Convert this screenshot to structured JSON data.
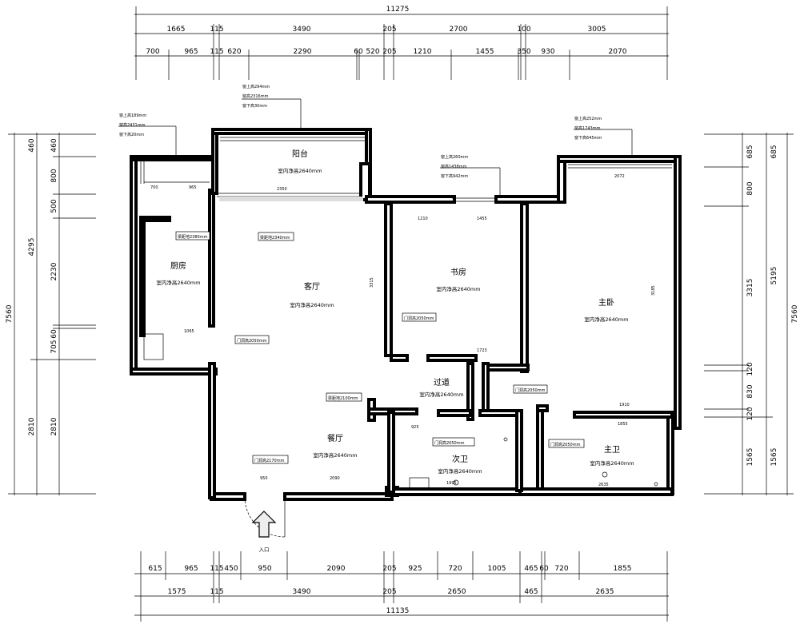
{
  "dims": {
    "top_total": "11275",
    "top_row1": [
      "1665",
      "115",
      "3490",
      "205",
      "2700",
      "100",
      "3005"
    ],
    "top_row2": [
      "700",
      "965",
      "115",
      "620",
      "2290",
      "60",
      "520",
      "205",
      "1210",
      "1455",
      "350",
      "930",
      "2070"
    ],
    "bottom_total": "11135",
    "bottom_row1": [
      "615",
      "965",
      "115",
      "450",
      "950",
      "2090",
      "205",
      "925",
      "720",
      "1005",
      "465",
      "60",
      "720",
      "1855"
    ],
    "bottom_row2": [
      "1575",
      "115",
      "3490",
      "205",
      "2650",
      "465",
      "2635"
    ],
    "left_total": "7560",
    "left_mid": [
      "4295",
      "2810"
    ],
    "left_small": [
      "460",
      "800",
      "500",
      "2230",
      "60",
      "705"
    ],
    "right_total": "7560",
    "right_mid": [
      "5195",
      "1565"
    ],
    "right_small": [
      "685",
      "800",
      "3315",
      "120",
      "830",
      "120",
      "1565"
    ]
  },
  "rooms": {
    "balcony": {
      "name": "阳台",
      "height": "室内净高2640mm"
    },
    "living": {
      "name": "客厅",
      "height": "室内净高2640mm"
    },
    "kitchen": {
      "name": "厨房",
      "height": "室内净高2640mm"
    },
    "study": {
      "name": "书房",
      "height": "室内净高2640mm"
    },
    "master": {
      "name": "主卧",
      "height": "室内净高2640mm"
    },
    "corridor": {
      "name": "过道",
      "height": "室内净高2640mm"
    },
    "dining": {
      "name": "餐厅",
      "height": "室内净高2640mm"
    },
    "bath2": {
      "name": "次卫",
      "height": "室内净高2640mm"
    },
    "bath1": {
      "name": "主卫",
      "height": "室内净高2640mm"
    }
  },
  "windows": {
    "balcony": [
      "窗上高294mm",
      "窗高2316mm",
      "窗下高30mm"
    ],
    "kitchen": [
      "窗上高189mm",
      "窗高2431mm",
      "窗下高20mm"
    ],
    "study": [
      "窗上高260mm",
      "窗高1438mm",
      "窗下高942mm"
    ],
    "master": [
      "窗上高252mm",
      "窗高1743mm",
      "窗下高645mm"
    ]
  },
  "doors": {
    "kitchen": "门洞高2050mm",
    "study": "门洞高2050mm",
    "corridor": "门洞高2050mm",
    "bath2": "门洞高2050mm",
    "bath1": "门洞高2050mm",
    "entry": "门洞高2170mm"
  },
  "beams": {
    "kitchen": "梁距地2380mm",
    "living": "梁距地2340mm",
    "dining": "梁距地2100mm"
  },
  "inner_dims": {
    "balcony_w": "2350",
    "kitchen_top": [
      "700",
      "965"
    ],
    "kitchen_bottom": "1065",
    "living_side": "3315",
    "study_top": [
      "1210",
      "1455"
    ],
    "study_bottom": "1723",
    "master_top": "2072",
    "master_bottom": "1910",
    "master_side": "3185",
    "bath1_top": "1855",
    "bath1_bottom": "2635",
    "bath2_top": "925",
    "bath2_bottom": "1995",
    "dining_bottom": [
      "950",
      "2090"
    ]
  },
  "entry_label": "入口"
}
